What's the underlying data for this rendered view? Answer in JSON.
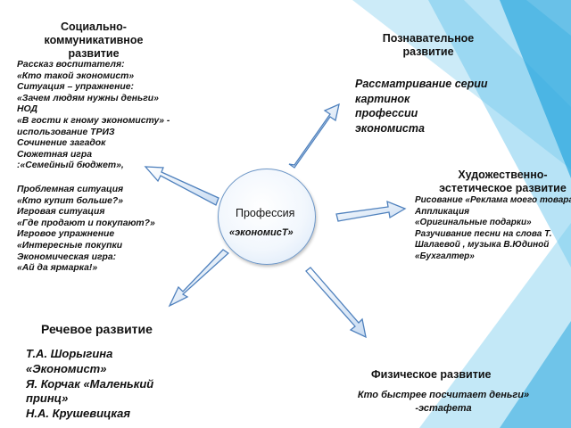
{
  "center": {
    "line1": "Профессия",
    "line2": "«экономисТ»"
  },
  "social": {
    "title_lines": [
      "Социально-",
      "коммуникативное",
      "развитие"
    ],
    "items": [
      "Рассказ воспитателя:",
      "«Кто такой экономист»",
      "Ситуация – упражнение:",
      "«Зачем людям нужны деньги»",
      "НОД",
      "«В гости к гному экономисту» -",
      "использование ТРИЗ",
      "Сочинение загадок",
      "Сюжетная игра",
      ":«Семейный бюджет»,"
    ],
    "items2": [
      "Проблемная ситуация",
      "«Кто купит больше?»",
      "Игровая ситуация",
      "«Где продают и покупают?»",
      "Игровое упражнение",
      "«Интересные покупки",
      "Экономическая игра:",
      "«Ай да ярмарка!»"
    ]
  },
  "cognitive": {
    "title_lines": [
      "Познавательное",
      "развитие"
    ],
    "items": [
      "Рассматривание серии",
      "картинок",
      "профессии",
      "экономиста"
    ]
  },
  "artistic": {
    "title_lines": [
      "Художественно-",
      "эстетическое развитие"
    ],
    "items": [
      "Рисование «Реклама моего товара»",
      "Аппликация",
      "«Оригинальные подарки»",
      "Разучивание песни на слова Т.",
      "Шалаевой , музыка В.Юдиной",
      "«Бухгалтер»"
    ]
  },
  "speech": {
    "title": "Речевое развитие",
    "items": [
      "Т.А. Шорыгина",
      "«Экономист»",
      "Я. Корчак «Маленький",
      "принц»",
      "Н.А. Крушевицкая"
    ]
  },
  "physical": {
    "title": "Физическое развитие",
    "items": [
      "Кто быстрее посчитает деньги»",
      "-эстафета"
    ]
  },
  "colors": {
    "arrow_fill": "#dce9f7",
    "arrow_stroke": "#4f81bd",
    "background_accent": "#2aa6de"
  }
}
